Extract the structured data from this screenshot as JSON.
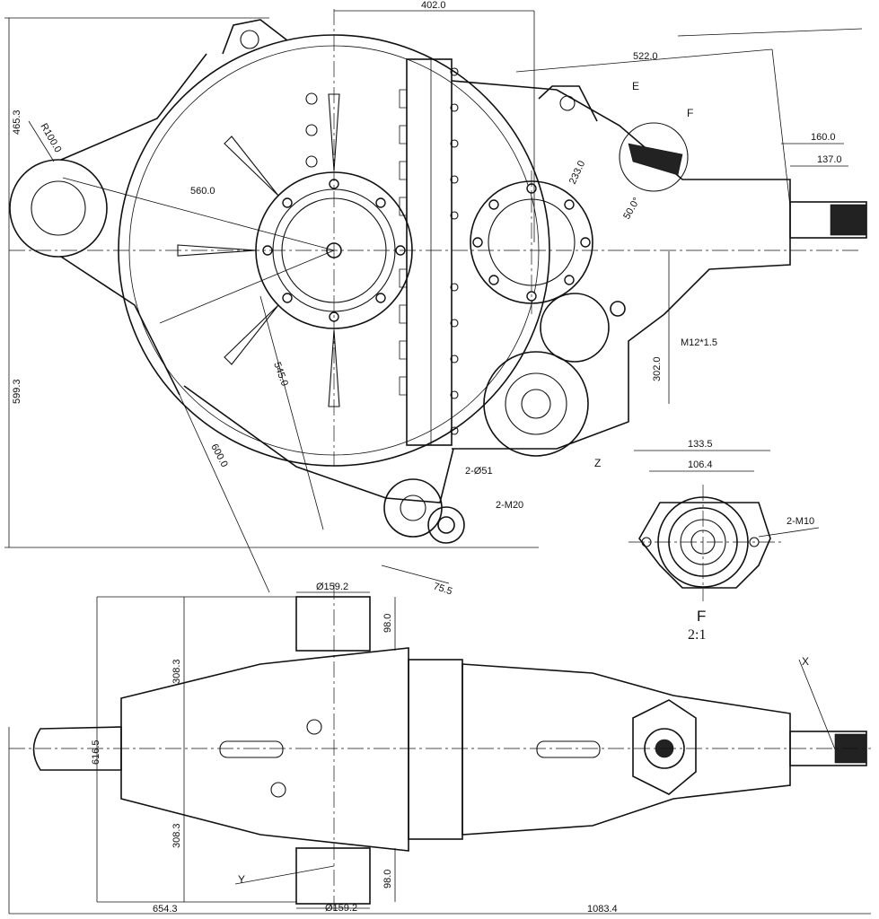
{
  "dimensions": {
    "top_width": "402.0",
    "r100": "R100.0",
    "height_465": "465.3",
    "height_599": "599.3",
    "d560": "560.0",
    "d545": "545.0",
    "d600": "600.0",
    "d522": "522.0",
    "d233": "233.0",
    "angle50": "50.0°",
    "d160": "160.0",
    "d137": "137.0",
    "m12": "M12*1.5",
    "d302": "302.0",
    "hole51": "2-Ø51",
    "m20": "2-M20",
    "d75": "75.5",
    "d133": "133.5",
    "d106": "106.4",
    "m10": "2-M10",
    "dia159_top": "Ø159.2",
    "h98_top": "98.0",
    "h308_top": "308.3",
    "w616": "616.5",
    "h308_bot": "308.3",
    "h98_bot": "98.0",
    "dia159_bot": "Ø159.2",
    "w654": "654.3",
    "w1083": "1083.4"
  },
  "labels": {
    "E": "E",
    "F": "F",
    "Z": "Z",
    "X": "X",
    "Y": "Y"
  },
  "detail": {
    "name": "F",
    "scale": "2:1"
  }
}
